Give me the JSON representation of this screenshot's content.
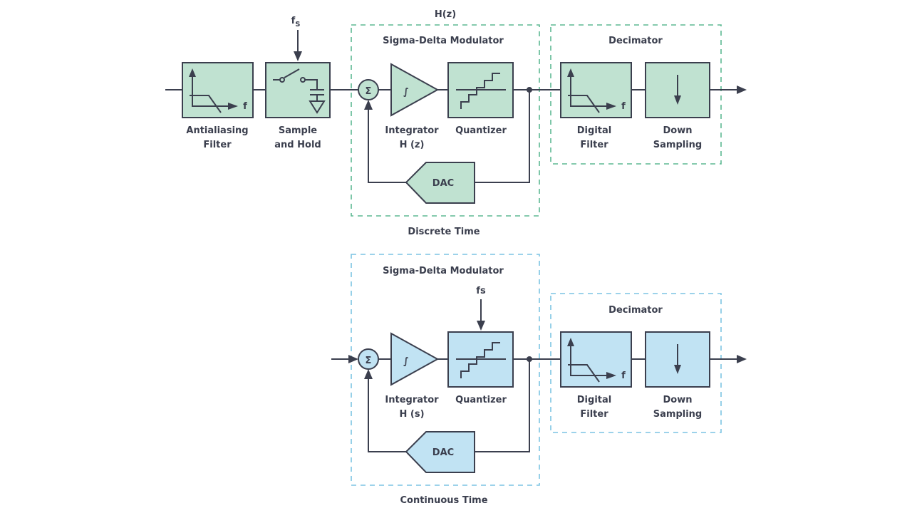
{
  "colors": {
    "stroke": "#3b3f4e",
    "discrete_fill": "#c0e2d1",
    "discrete_dash": "#5db892",
    "continuous_fill": "#c1e3f3",
    "continuous_dash": "#7cc4e3"
  },
  "discrete": {
    "hz_label": "H(z)",
    "fs_label": "f",
    "fs_sub": "S",
    "modulator_title": "Sigma-Delta Modulator",
    "decimator_title": "Decimator",
    "caption": "Discrete Time",
    "antialiasing": [
      "Antialiasing",
      "Filter"
    ],
    "sample_hold": [
      "Sample",
      "and Hold"
    ],
    "integrator": [
      "Integrator",
      "H (z)"
    ],
    "quantizer": "Quantizer",
    "digital_filter": [
      "Digital",
      "Filter"
    ],
    "down_sampling": [
      "Down",
      "Sampling"
    ],
    "dac": "DAC",
    "f_axis": "f",
    "sigma": "Σ",
    "integral": "∫"
  },
  "continuous": {
    "fs_label": "fs",
    "modulator_title": "Sigma-Delta Modulator",
    "decimator_title": "Decimator",
    "caption": "Continuous Time",
    "integrator": [
      "Integrator",
      "H (s)"
    ],
    "quantizer": "Quantizer",
    "digital_filter": [
      "Digital",
      "Filter"
    ],
    "down_sampling": [
      "Down",
      "Sampling"
    ],
    "dac": "DAC",
    "f_axis": "f",
    "sigma": "Σ",
    "integral": "∫"
  }
}
